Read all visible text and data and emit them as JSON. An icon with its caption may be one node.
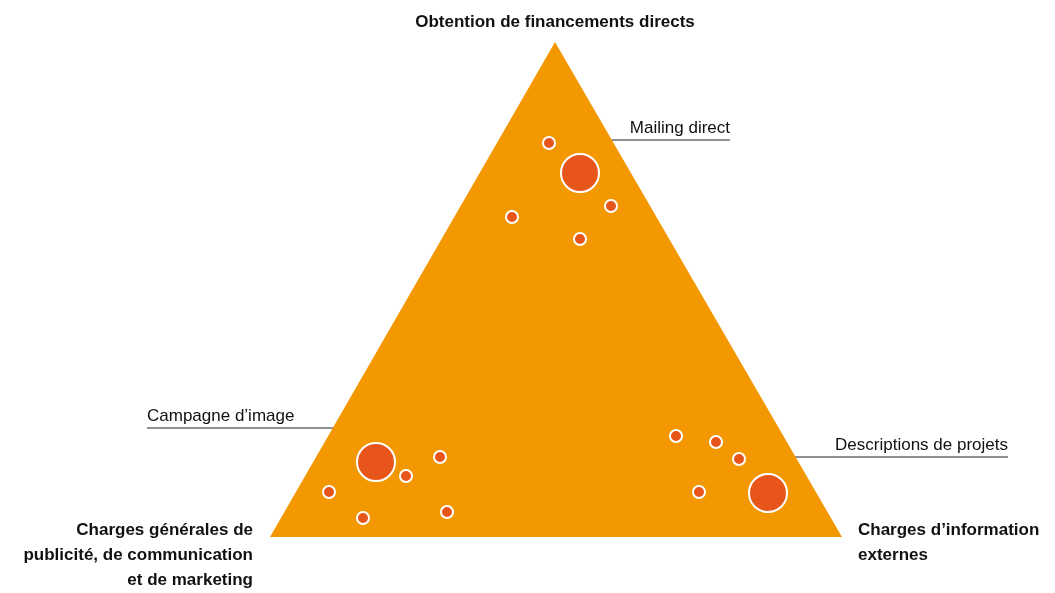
{
  "diagram": {
    "title": "Obtention de financements directs",
    "nodes": [
      {
        "text": [],
        "shape": "triangle"
      },
      {
        "text": [],
        "shape": "circle",
        "in": 0
      },
      {
        "text": [
          "Mailing direct"
        ]
      },
      {
        "text": [],
        "shape": "circle",
        "in": 0
      },
      {
        "text": [],
        "shape": "circle",
        "in": 0
      },
      {
        "text": [],
        "shape": "circle",
        "in": 0
      },
      {
        "text": [],
        "shape": "circle",
        "in": 0
      },
      {
        "text": [
          "Campagne d’image"
        ]
      },
      {
        "text": [],
        "shape": "circle",
        "in": 0
      },
      {
        "text": [],
        "shape": "circle",
        "in": 0
      },
      {
        "text": [],
        "shape": "circle",
        "in": 0
      },
      {
        "text": [
          "Descriptions de projets"
        ]
      },
      {
        "text": [],
        "shape": "circle",
        "in": 0
      },
      {
        "text": [],
        "shape": "circle",
        "in": 0
      },
      {
        "text": [],
        "shape": "circle",
        "in": 0
      },
      {
        "text": [],
        "shape": "circle",
        "in": 0
      },
      {
        "text": [],
        "shape": "circle",
        "in": 0
      },
      {
        "text": [],
        "shape": "circle",
        "in": 0
      },
      {
        "text": [],
        "shape": "circle",
        "in": 0
      },
      {
        "text": [],
        "shape": "circle",
        "in": 0
      }
    ],
    "edges": [
      {
        "from": 2,
        "to": 3,
        "arrow": "none"
      },
      {
        "from": 7,
        "to": 12,
        "arrow": "none"
      },
      {
        "from": 11,
        "to": 17,
        "arrow": "none"
      }
    ],
    "labels": [
      "Charges générales de publicité, de communication et de marketing",
      "Charges d’information externes"
    ]
  }
}
